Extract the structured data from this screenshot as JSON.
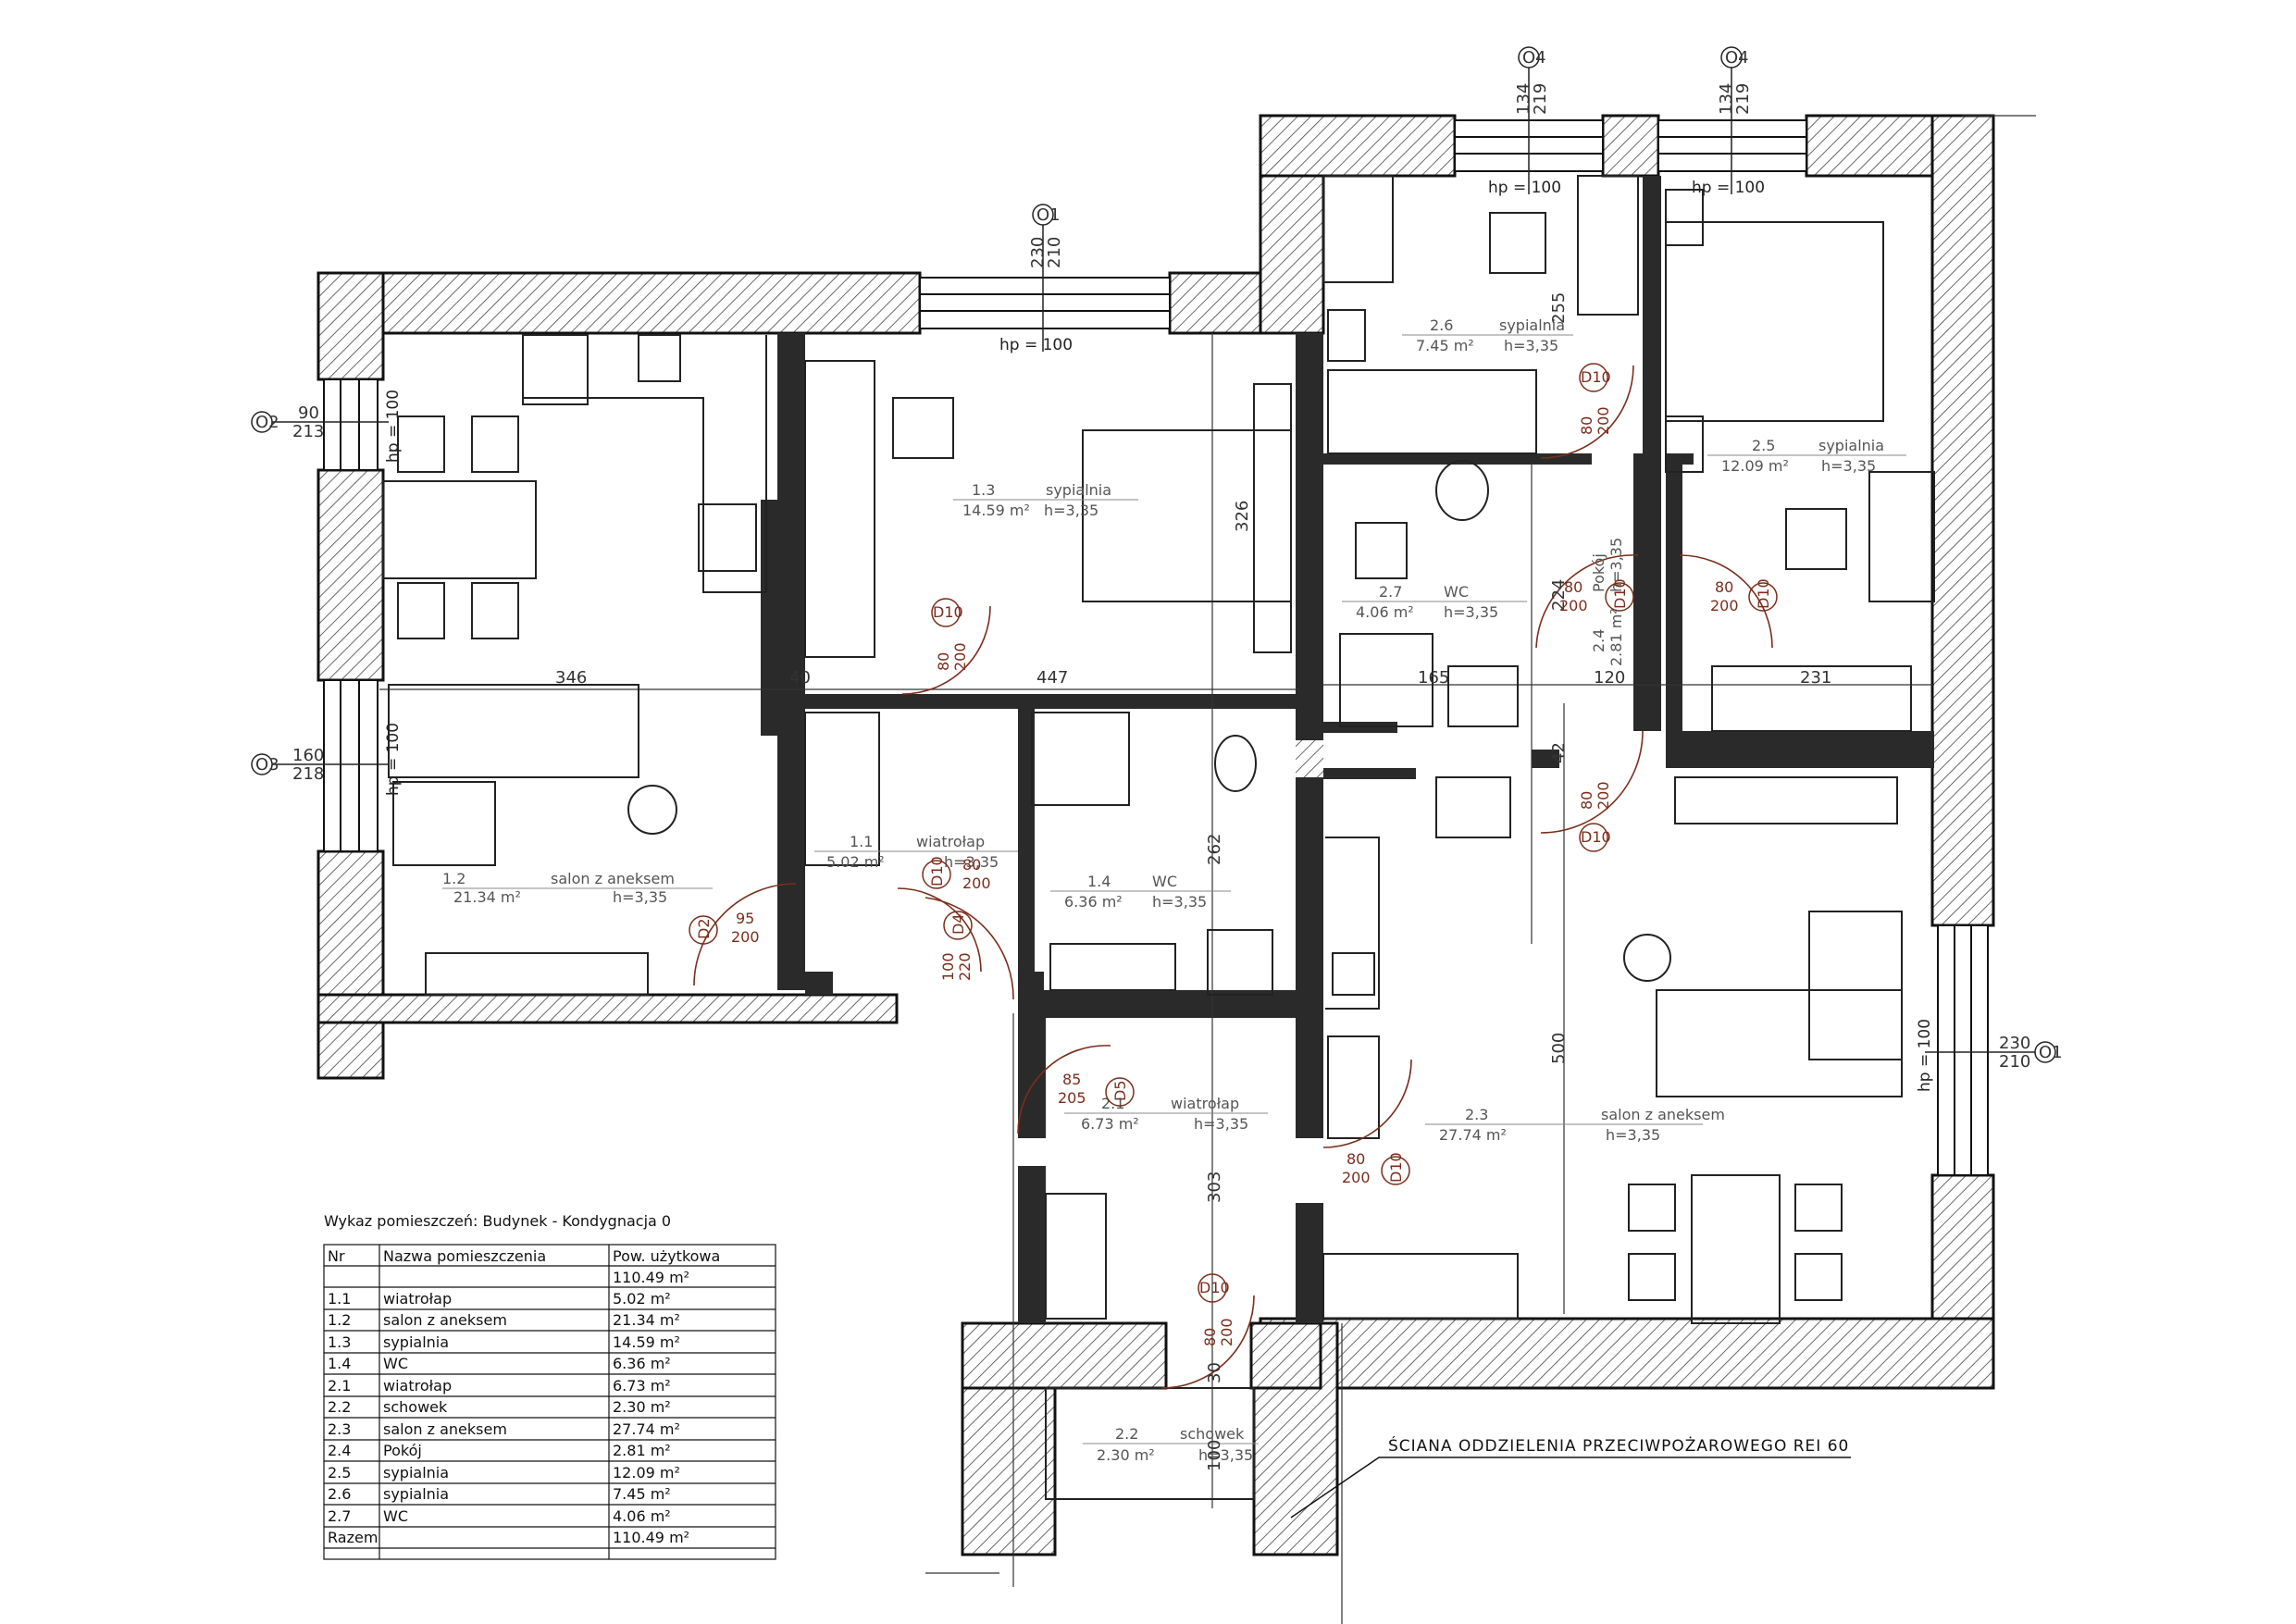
{
  "rooms": [
    {
      "id": "room-1-1",
      "nr": "1.1",
      "name": "wiatrołap",
      "area": "5.02 m²",
      "height": "h=3,35"
    },
    {
      "id": "room-1-2",
      "nr": "1.2",
      "name": "salon z aneksem",
      "area": "21.34 m²",
      "height": "h=3,35"
    },
    {
      "id": "room-1-3",
      "nr": "1.3",
      "name": "sypialnia",
      "area": "14.59 m²",
      "height": "h=3,35"
    },
    {
      "id": "room-1-4",
      "nr": "1.4",
      "name": "WC",
      "area": "6.36 m²",
      "height": "h=3,35"
    },
    {
      "id": "room-2-1",
      "nr": "2.1",
      "name": "wiatrołap",
      "area": "6.73 m²",
      "height": "h=3,35"
    },
    {
      "id": "room-2-2",
      "nr": "2.2",
      "name": "schowek",
      "area": "2.30 m²",
      "height": "h=3,35"
    },
    {
      "id": "room-2-3",
      "nr": "2.3",
      "name": "salon z aneksem",
      "area": "27.74 m²",
      "height": "h=3,35"
    },
    {
      "id": "room-2-4",
      "nr": "2.4",
      "name": "Pokój",
      "area": "2.81 m²",
      "height": "h=3,35"
    },
    {
      "id": "room-2-5",
      "nr": "2.5",
      "name": "sypialnia",
      "area": "12.09 m²",
      "height": "h=3,35"
    },
    {
      "id": "room-2-6",
      "nr": "2.6",
      "name": "sypialnia",
      "area": "7.45 m²",
      "height": "h=3,35"
    },
    {
      "id": "room-2-7",
      "nr": "2.7",
      "name": "WC",
      "area": "4.06 m²",
      "height": "h=3,35"
    }
  ],
  "dimensions": {
    "d346": "346",
    "d447": "447",
    "d165": "165",
    "d120": "120",
    "d231": "231",
    "d326": "326",
    "d262": "262",
    "d500": "500",
    "d303": "303",
    "d255": "255",
    "d42": "42",
    "d224": "224",
    "d30": "30",
    "d100": "100",
    "d40": "40"
  },
  "hp": "hp = 100",
  "windows": [
    {
      "id": "w-top-room13",
      "tag": "O1",
      "sizes": [
        "230",
        "210"
      ]
    },
    {
      "id": "w-top-room26",
      "tag": "O4",
      "sizes": [
        "134",
        "219"
      ]
    },
    {
      "id": "w-top-room25",
      "tag": "O4",
      "sizes": [
        "134",
        "219"
      ]
    },
    {
      "id": "w-left-upper",
      "tag": "O2",
      "sizes": [
        "90",
        "213"
      ]
    },
    {
      "id": "w-left-lower",
      "tag": "O3",
      "sizes": [
        "160",
        "218"
      ]
    },
    {
      "id": "w-right",
      "tag": "O1",
      "sizes": [
        "230",
        "210"
      ]
    }
  ],
  "doors": [
    {
      "id": "door-room13",
      "tag": "D10",
      "sizes": [
        "80",
        "200"
      ]
    },
    {
      "id": "door-room11-salon",
      "tag": "D2",
      "sizes": [
        "95",
        "200"
      ]
    },
    {
      "id": "door-room11-wc",
      "tag": "D10",
      "sizes": [
        "80",
        "200"
      ]
    },
    {
      "id": "door-entry-1",
      "tag": "D4",
      "sizes": [
        "100",
        "220"
      ]
    },
    {
      "id": "door-entry-2",
      "tag": "D5",
      "sizes": [
        "85",
        "205"
      ]
    },
    {
      "id": "door-room23",
      "tag": "D10",
      "sizes": [
        "80",
        "200"
      ]
    },
    {
      "id": "door-room22",
      "tag": "D10",
      "sizes": [
        "80",
        "200"
      ]
    },
    {
      "id": "door-room26",
      "tag": "D10",
      "sizes": [
        "80",
        "200"
      ]
    },
    {
      "id": "door-room27",
      "tag": "D10",
      "sizes": [
        "80",
        "200"
      ]
    },
    {
      "id": "door-room25",
      "tag": "D10",
      "sizes": [
        "80",
        "200"
      ]
    },
    {
      "id": "door-room24",
      "tag": "D10",
      "sizes": [
        "80",
        "200"
      ]
    }
  ],
  "fire_wall_note": "ŚCIANA ODDZIELENIA PRZECIWPOŻAROWEGO REI 60",
  "table": {
    "title": "Wykaz pomieszczeń: Budynek - Kondygnacja 0",
    "headers": [
      "Nr",
      "Nazwa pomieszczenia",
      "Pow. użytkowa"
    ],
    "total_top": "110.49 m²",
    "rows": [
      [
        "1.1",
        "wiatrołap",
        "5.02 m²"
      ],
      [
        "1.2",
        "salon z aneksem",
        "21.34 m²"
      ],
      [
        "1.3",
        "sypialnia",
        "14.59 m²"
      ],
      [
        "1.4",
        "WC",
        "6.36 m²"
      ],
      [
        "2.1",
        "wiatrołap",
        "6.73 m²"
      ],
      [
        "2.2",
        "schowek",
        "2.30 m²"
      ],
      [
        "2.3",
        "salon z aneksem",
        "27.74 m²"
      ],
      [
        "2.4",
        "Pokój",
        "2.81 m²"
      ],
      [
        "2.5",
        "sypialnia",
        "12.09 m²"
      ],
      [
        "2.6",
        "sypialnia",
        "7.45 m²"
      ],
      [
        "2.7",
        "WC",
        "4.06 m²"
      ]
    ],
    "footer": [
      "Razem",
      "110.49 m²"
    ]
  },
  "colors": {
    "wall": "#1a1a1a",
    "hatch": "#444444",
    "door_tag": "#7a2e1c",
    "annotation": "#555555"
  }
}
